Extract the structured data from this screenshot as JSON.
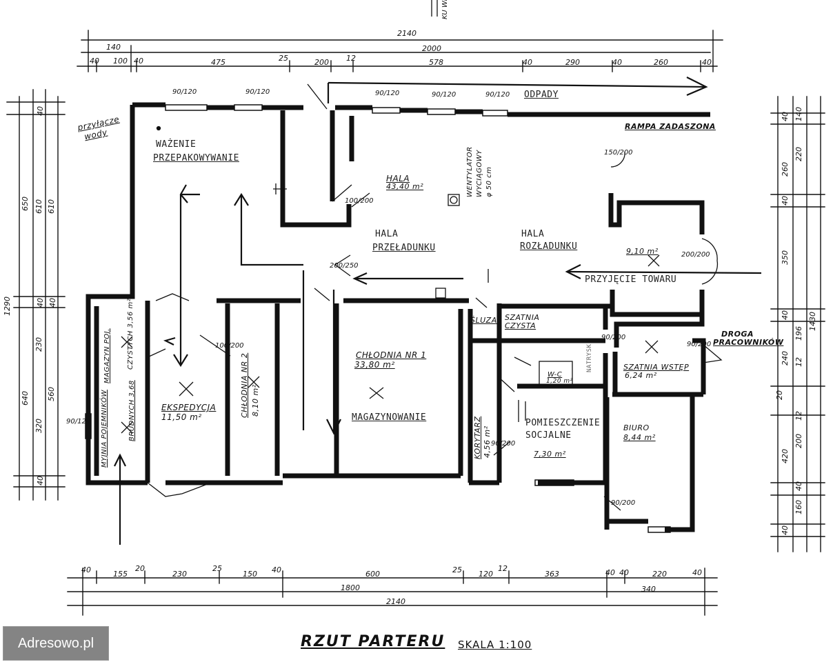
{
  "rooms": {
    "wazenie": "WAŻENIE",
    "przepakowywanie": "PRZEPAKOWYWANIE",
    "hala_prz_1": "HALA",
    "hala_prz_2": "PRZEŁADUNKU",
    "hala_roz_1": "HALA",
    "hala_roz_2": "ROZŁADUNKU",
    "odpady": "ODPADY",
    "rampa": "RAMPA ZADASZONA",
    "przyjecie": "PRZYJĘCIE TOWARU",
    "magazynowanie": "MAGAZYNOWANIE",
    "chlodnia1": "CHŁODNIA NR 1",
    "chlodnia1_area": "33,80 m²",
    "chlodnia2": "CHŁODNIA NR 2",
    "chlodnia2_area": "8,10 m²",
    "ekspedycja": "EKSPEDYCJA",
    "ekspedycja_area": "11,50 m²",
    "sluza": "ŚLUZA",
    "szatnia_czysta_1": "SZATNIA",
    "szatnia_czysta_2": "CZYSTA",
    "natrysk": "NATRYSK",
    "wc": "W-C",
    "wc_area": "1,20 m²",
    "szatnia_wstep": "SZATNIA WSTĘP",
    "szatnia_wstep_area": "6,24 m²",
    "droga_1": "DROGA",
    "droga_2": "PRACOWNIKÓW",
    "biuro": "BIURO",
    "biuro_area": "8,44 m²",
    "pom_soc_1": "POMIESZCZENIE",
    "pom_soc_2": "SOCJALNE",
    "pom_soc_area": "7,30 m²",
    "korytarz": "KORYTARZ",
    "korytarz_area": "4,56 m²",
    "hala_area": "43,40 m²",
    "wentylator_1": "WENTYLATOR",
    "wentylator_2": "WYCIĄGOWY",
    "wentylator_3": "φ 50 cm",
    "small_room_area": "9,10 m²",
    "myjnia": "MYJNIA POJEMNIKÓW",
    "magazyn": "MAGAZYN POJ.",
    "czyste": "CZYSTYCH 3,56 m²",
    "brudnych": "BRUDNYCH 3,68",
    "przylacze_1": "przyłącze",
    "przylacze_2": "wody"
  },
  "dimensions": {
    "top_total": "2140",
    "top_sub": "2000",
    "top_140": "140",
    "top_chain": [
      "40",
      "100",
      "40",
      "475",
      "25",
      "200",
      "12",
      "578",
      "40",
      "290",
      "40",
      "260",
      "40"
    ],
    "bottom_chain": [
      "40",
      "155",
      "20",
      "230",
      "25",
      "150",
      "40",
      "600",
      "25",
      "120",
      "12",
      "363",
      "40",
      "40",
      "220",
      "40"
    ],
    "bottom_1800": "1800",
    "bottom_340": "340",
    "bottom_total": "2140",
    "left_total": "1290",
    "left_650": "650",
    "left_610a": "610",
    "left_610b": "610",
    "left_40a": "40",
    "left_40b": "40",
    "left_40c": "40",
    "left_40d": "40",
    "left_640": "640",
    "left_230": "230",
    "left_320": "320",
    "left_560": "560",
    "right_total": "1430",
    "right_chain": [
      "40",
      "260",
      "40",
      "350",
      "40",
      "196",
      "240",
      "12",
      "20",
      "12",
      "200",
      "40",
      "160",
      "40"
    ],
    "right_extra": [
      "140",
      "220",
      "420"
    ],
    "door_90_120": "90/120",
    "door_200_250": "200/250",
    "door_150_200": "150/200",
    "door_90_200": "90/200",
    "door_100_200": "100/200",
    "door_200_200": "200/200"
  },
  "title": {
    "main": "RZUT PARTERU",
    "scale": "SKALA 1:100"
  },
  "watermark": "Adresowo.pl",
  "north_label": "KU WI"
}
